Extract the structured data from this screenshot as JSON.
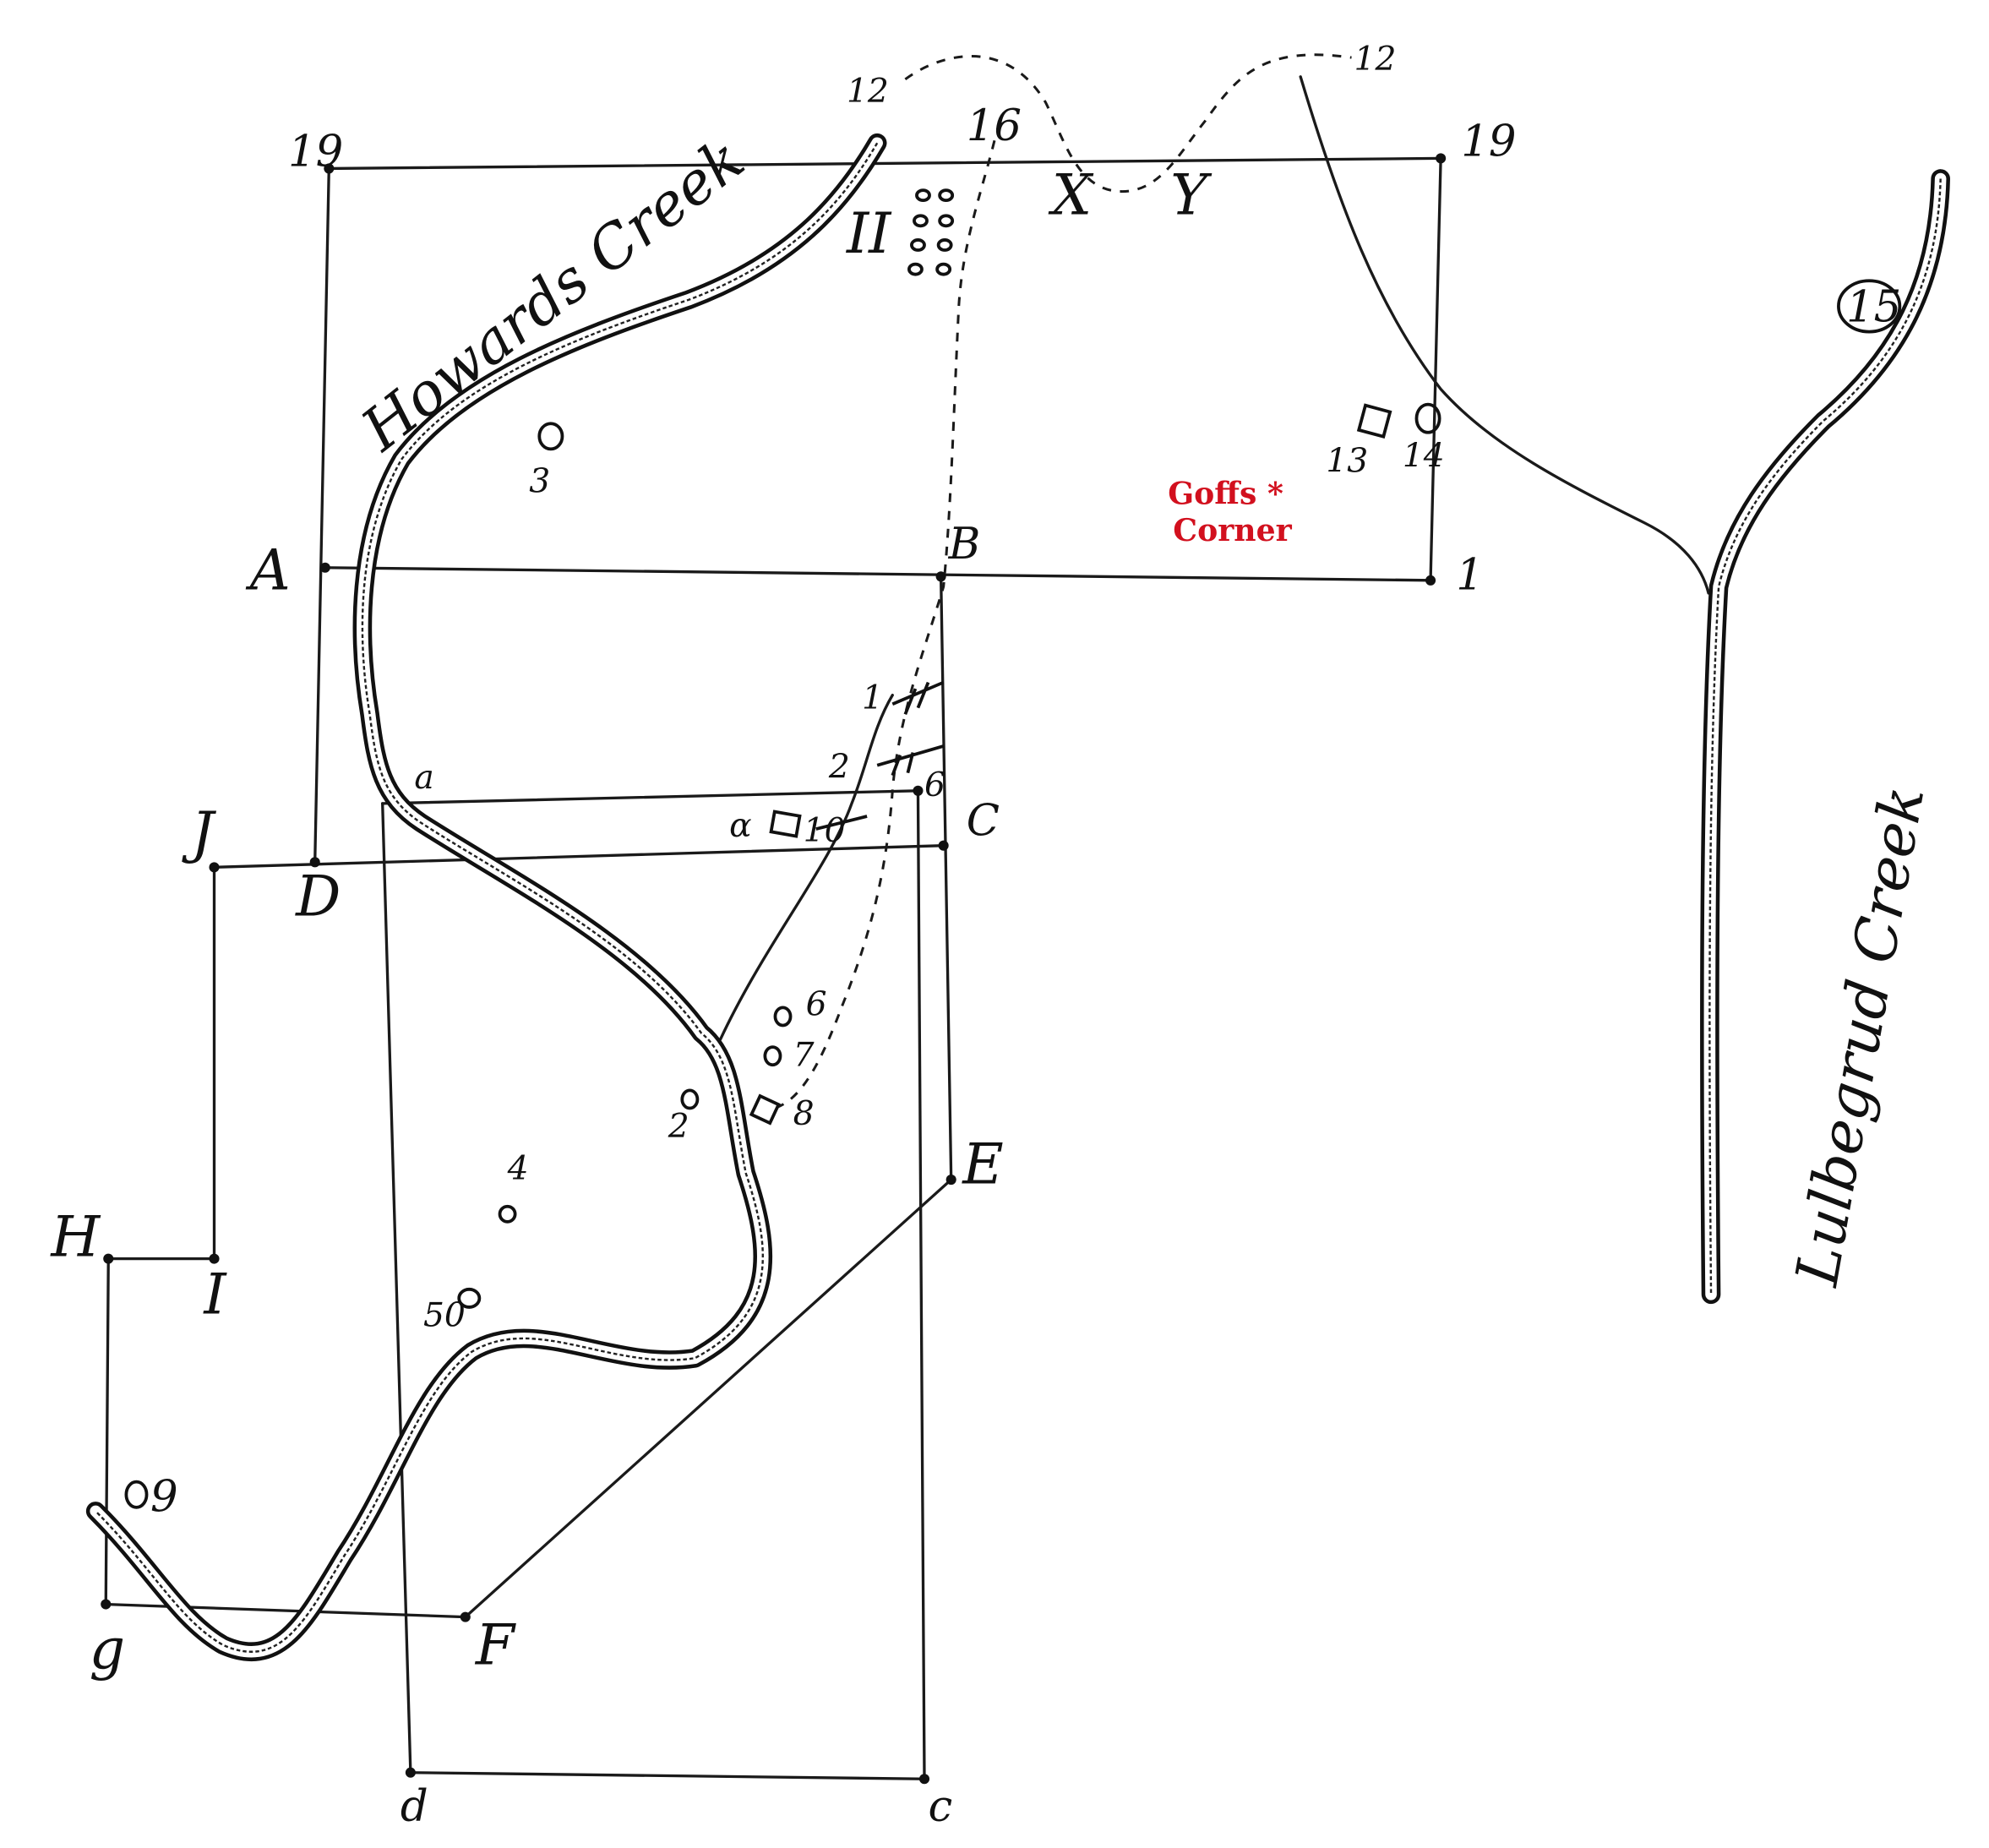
{
  "map": {
    "colors": {
      "ink": "#111111",
      "highlight": "#d2101e"
    },
    "creeks": {
      "howards": "Howards Creek",
      "lulbegrud": "Lulbegrud Creek"
    },
    "highlight_label": {
      "line1": "Goffs *",
      "line2": "Corner"
    },
    "corners": {
      "nw": "19",
      "ne": "19",
      "a_pt": "A",
      "b_pt": "B",
      "one": "1",
      "c_pt": "C",
      "d_pt": "D",
      "j_pt": "J",
      "h_pt": "H",
      "i_pt": "I",
      "g_pt": "g",
      "f_pt": "F",
      "e_pt": "E",
      "small_a": "a",
      "small_d": "d",
      "small_c": "c",
      "x_pt": "X",
      "y_pt": "Y"
    },
    "numbers": {
      "twelve_left": "12",
      "twelve_right": "12",
      "sixteen": "16",
      "roman_two": "II",
      "three": "3",
      "thirteen": "13",
      "fourteen": "14",
      "fifteen": "15",
      "one_hatch": "1",
      "two_hatch": "2",
      "six_c": "6",
      "alpha": "α",
      "ten": "10",
      "six": "6",
      "seven": "7",
      "eight": "8",
      "two_creek": "2",
      "four": "4",
      "fifty": "50",
      "nine": "9"
    }
  }
}
